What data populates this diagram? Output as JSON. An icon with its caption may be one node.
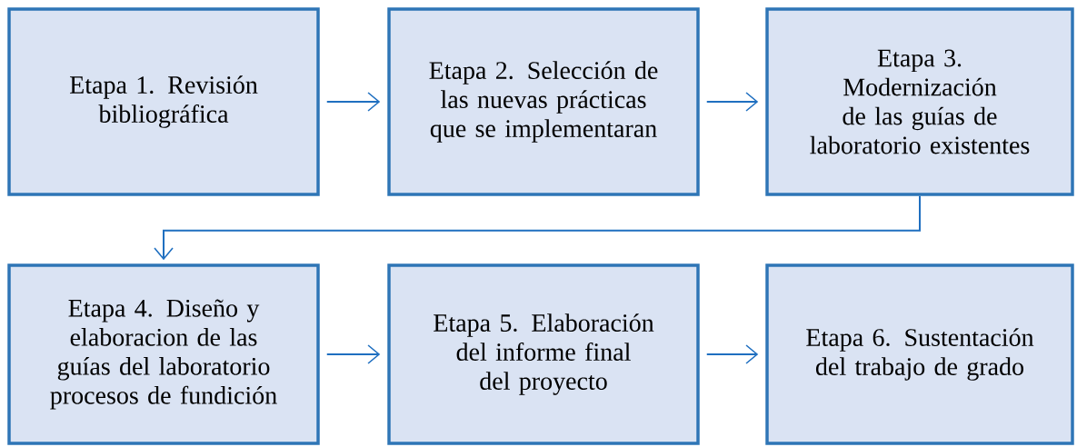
{
  "diagram": {
    "nodes": [
      {
        "text": [
          "Etapa 1. Revisión bibliográfica"
        ]
      },
      {
        "text": [
          "Etapa 2. Selección de las nuevas prácticas que se implementaran"
        ]
      },
      {
        "text": [
          "Etapa 3. Modernización de las guías de laboratorio existentes"
        ]
      },
      {
        "text": [
          "Etapa 4. Diseño y elaboracion de las guías del laboratorio procesos de fundición"
        ]
      },
      {
        "text": [
          "Etapa 5. Elaboración del informe final del proyecto"
        ]
      },
      {
        "text": [
          "Etapa 6. Sustentación del trabajo de grado"
        ]
      }
    ],
    "edges": [
      {
        "from": 0,
        "to": 1,
        "arrow": "to"
      },
      {
        "from": 1,
        "to": 2,
        "arrow": "to"
      },
      {
        "from": 2,
        "to": 3,
        "arrow": "to"
      },
      {
        "from": 3,
        "to": 4,
        "arrow": "to"
      },
      {
        "from": 4,
        "to": 5,
        "arrow": "to"
      }
    ]
  }
}
